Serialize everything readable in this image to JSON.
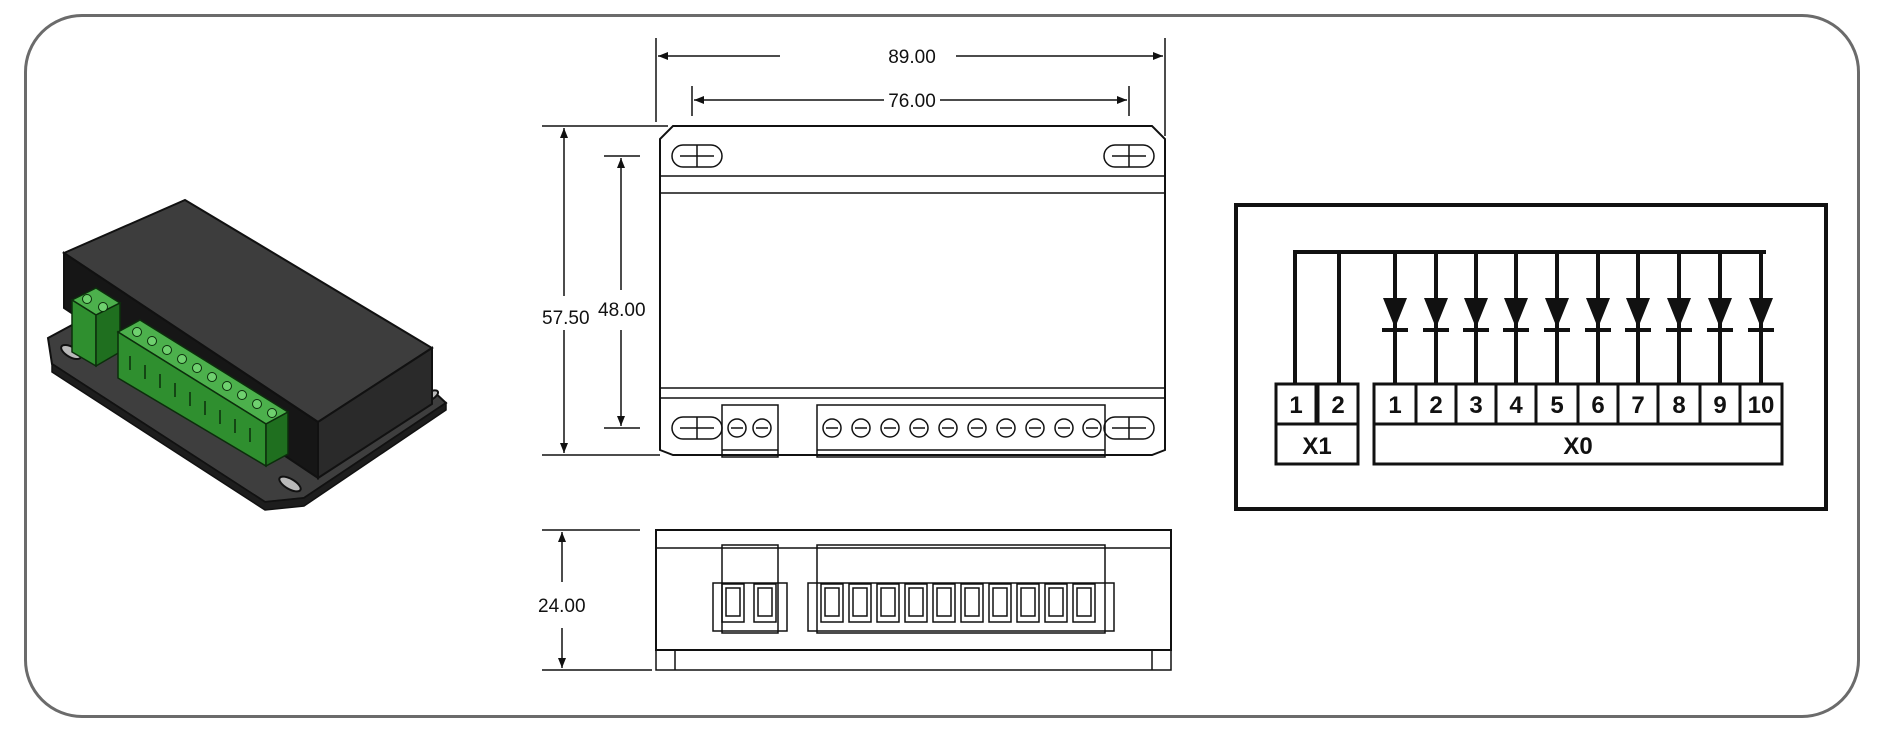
{
  "dimensions": {
    "overall_width": "89.00",
    "hole_spacing_width": "76.00",
    "overall_height": "57.50",
    "hole_spacing_height": "48.00",
    "depth": "24.00"
  },
  "schematic": {
    "x1": {
      "label": "X1",
      "pins": [
        "1",
        "2"
      ]
    },
    "x0": {
      "label": "X0",
      "pins": [
        "1",
        "2",
        "3",
        "4",
        "5",
        "6",
        "7",
        "8",
        "9",
        "10"
      ]
    }
  }
}
